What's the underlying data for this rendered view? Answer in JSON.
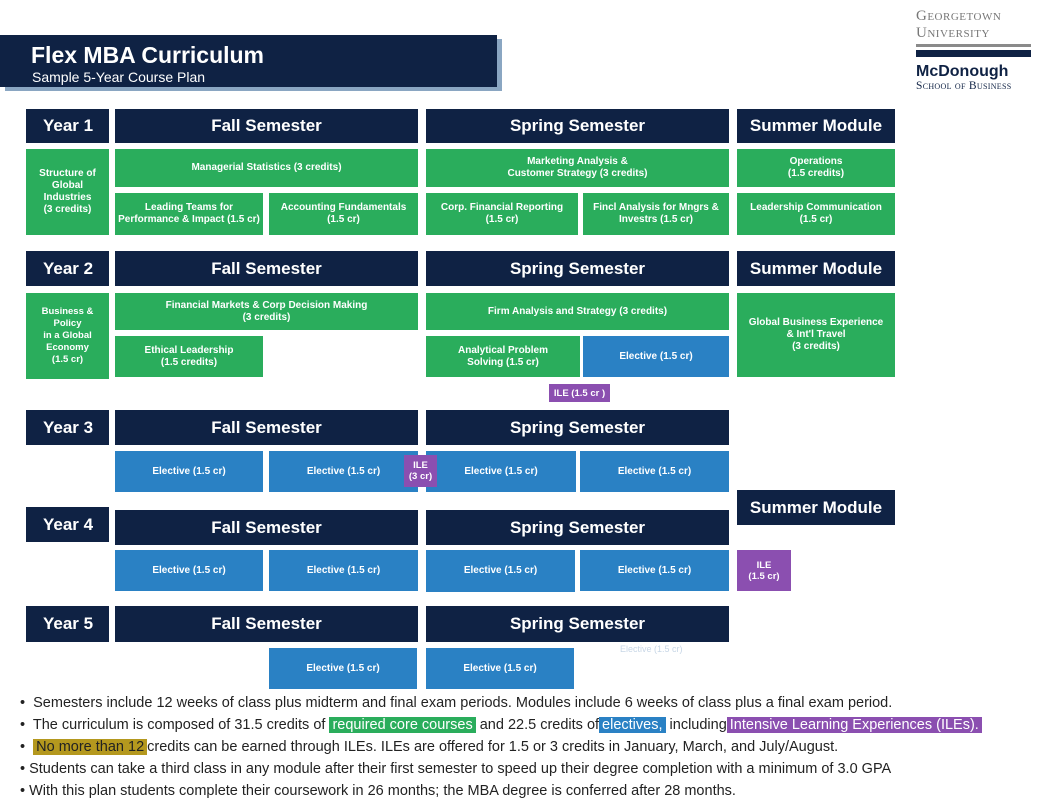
{
  "header": {
    "title": "Flex MBA Curriculum",
    "subtitle": "Sample 5-Year Course Plan"
  },
  "logo": {
    "line1": "Georgetown",
    "line2": "University",
    "line3": "McDonough",
    "line4": "School of Business"
  },
  "labels": {
    "fall": "Fall Semester",
    "spring": "Spring Semester",
    "summer": "Summer  Module"
  },
  "years": {
    "y1": "Year 1",
    "y2": "Year 2",
    "y3": "Year 3",
    "y4": "Year 4",
    "y5": "Year 5"
  },
  "courses": {
    "y1_structure": "Structure of\nGlobal\nIndustries\n(3 credits)",
    "y1_stats": "Managerial Statistics (3 credits)",
    "y1_teams": "Leading Teams for\nPerformance & Impact (1.5 cr)",
    "y1_acct": "Accounting Fundamentals\n(1.5 cr)",
    "y1_mkt": "Marketing Analysis &\nCustomer Strategy (3 credits)",
    "y1_corp": "Corp. Financial Reporting\n(1.5 cr)",
    "y1_fincl": "Fincl Analysis for Mngrs &\nInvestrs (1.5 cr)",
    "y1_ops": "Operations\n(1.5 credits)",
    "y1_lead": "Leadership Communication\n(1.5 cr)",
    "y2_bus": "Business & Policy\nin a Global\nEconomy\n(1.5 cr)",
    "y2_finmkt": "Financial Markets & Corp Decision Making\n(3 credits)",
    "y2_ethic": "Ethical Leadership\n(1.5 credits)",
    "y2_firm": "Firm Analysis and Strategy (3 credits)",
    "y2_analytic": "Analytical Problem\nSolving (1.5 cr)",
    "y2_elective": "Elective (1.5 cr)",
    "y2_global": "Global Business Experience\n& Int'l Travel\n(3 credits)",
    "y2_ile": "ILE (1.5 cr )",
    "y3_ile": "ILE\n(3 cr)",
    "y4_ile": "ILE\n(1.5 cr)",
    "elective": "Elective (1.5 cr)",
    "ghost_elective": "Elective (1.5 cr)"
  },
  "bullets": {
    "b1": "Semesters include 12 weeks of class plus midterm and final exam periods.   Modules include 6 weeks of class plus a final exam period.",
    "b2_a": "The curriculum is composed of 31.5 credits of",
    "b2_core": "required core courses",
    "b2_b": "and 22.5 credits of",
    "b2_elect": "electives,",
    "b2_c": "including",
    "b2_ile": "Intensive Learning Experiences (ILEs).",
    "b3_hl": "No more than 12",
    "b3_rest": "credits can be earned through ILEs. ILEs are offered for 1.5 or 3 credits in January, March, and July/August.",
    "b4": "Students can take a third class in any module after their first semester to speed up their degree completion with a minimum of 3.0 GPA",
    "b5": "With this plan students complete their coursework in 26 months; the MBA degree is conferred after 28 months."
  },
  "colors": {
    "navy": "#0f2244",
    "core_green": "#2aad5c",
    "elective_blue": "#2a81c4",
    "ile_purple": "#8b4fb0",
    "highlight_gold": "#b4981e"
  }
}
